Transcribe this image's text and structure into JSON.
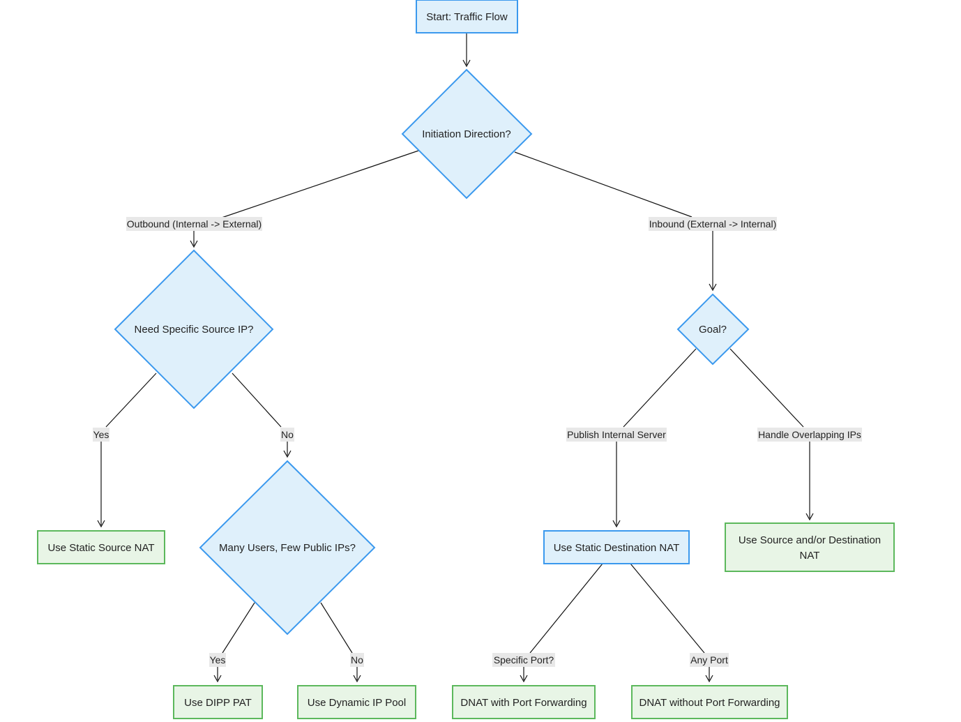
{
  "colors": {
    "decision_fill": "#dff0fb",
    "decision_stroke": "#3b99ee",
    "process_fill": "#dff0fb",
    "process_stroke": "#3b99ee",
    "result_fill": "#e8f5e6",
    "result_stroke": "#5cb85c",
    "edge": "#111111",
    "label_bg": "#e8e8e8"
  },
  "nodes": {
    "start": "Start: Traffic Flow",
    "initiation": "Initiation Direction?",
    "need_source_ip": "Need Specific Source IP?",
    "goal": "Goal?",
    "many_users": "Many Users, Few Public IPs?",
    "static_source_nat": "Use Static Source NAT",
    "static_dest_nat": "Use Static Destination NAT",
    "source_dest_nat_line1": "Use Source and/or Destination",
    "source_dest_nat_line2": "NAT",
    "dipp_pat": "Use DIPP PAT",
    "dynamic_ip_pool": "Use Dynamic IP Pool",
    "dnat_port_fwd": "DNAT with Port Forwarding",
    "dnat_no_port_fwd": "DNAT without Port Forwarding"
  },
  "edges": {
    "outbound": "Outbound (Internal -> External)",
    "inbound": "Inbound (External -> Internal)",
    "src_yes": "Yes",
    "src_no": "No",
    "publish_server": "Publish Internal Server",
    "overlap_ips": "Handle Overlapping IPs",
    "many_yes": "Yes",
    "many_no": "No",
    "specific_port": "Specific Port?",
    "any_port": "Any Port"
  }
}
